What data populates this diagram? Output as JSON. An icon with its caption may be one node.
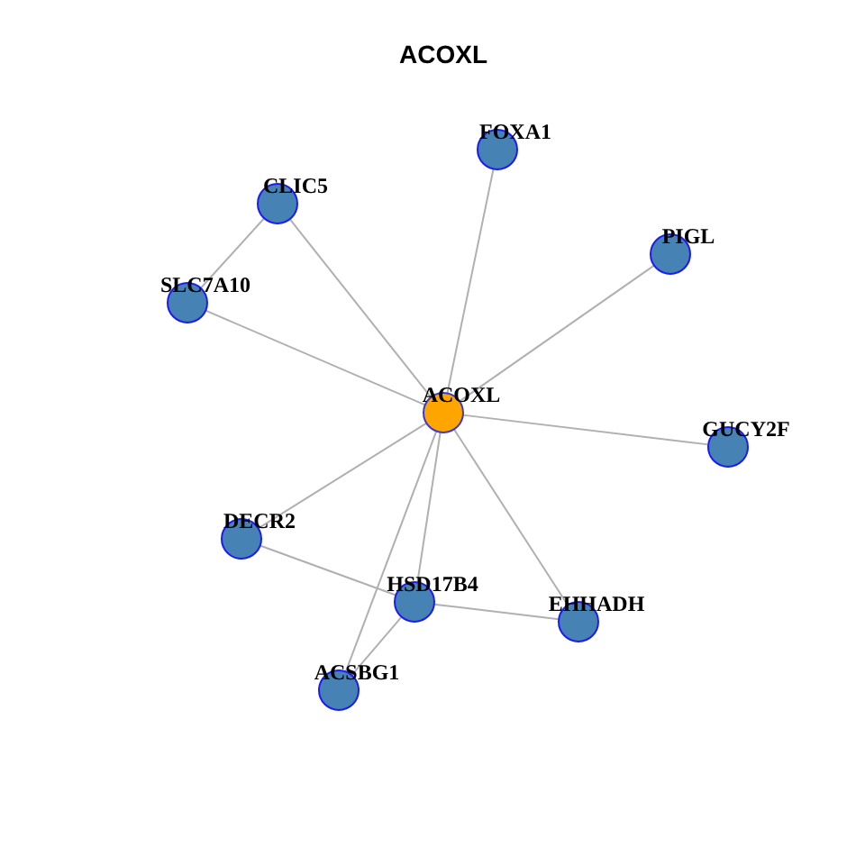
{
  "diagram": {
    "title": "ACOXL",
    "nodes": [
      {
        "text": [
          "FOXA1"
        ]
      },
      {
        "text": [
          "CLIC5"
        ]
      },
      {
        "text": [
          "PIGL"
        ]
      },
      {
        "text": [
          "SLC7A10"
        ]
      },
      {
        "text": [
          "ACOXL"
        ]
      },
      {
        "text": [
          "GUCY2F"
        ]
      },
      {
        "text": [
          "DECR2"
        ]
      },
      {
        "text": [
          "HSD17B4"
        ]
      },
      {
        "text": [
          "EHHADH"
        ]
      },
      {
        "text": [
          "ACSBG1"
        ]
      }
    ],
    "edges": [
      {
        "from": 4,
        "to": 0,
        "arrow": "none"
      },
      {
        "from": 4,
        "to": 1,
        "arrow": "none"
      },
      {
        "from": 4,
        "to": 2,
        "arrow": "none"
      },
      {
        "from": 4,
        "to": 3,
        "arrow": "none"
      },
      {
        "from": 4,
        "to": 5,
        "arrow": "none"
      },
      {
        "from": 4,
        "to": 6,
        "arrow": "none"
      },
      {
        "from": 4,
        "to": 7,
        "arrow": "none"
      },
      {
        "from": 4,
        "to": 8,
        "arrow": "none"
      },
      {
        "from": 4,
        "to": 9,
        "arrow": "none"
      },
      {
        "from": 1,
        "to": 3,
        "arrow": "none"
      },
      {
        "from": 6,
        "to": 7,
        "arrow": "none"
      },
      {
        "from": 7,
        "to": 8,
        "arrow": "none"
      },
      {
        "from": 7,
        "to": 9,
        "arrow": "none"
      }
    ]
  }
}
